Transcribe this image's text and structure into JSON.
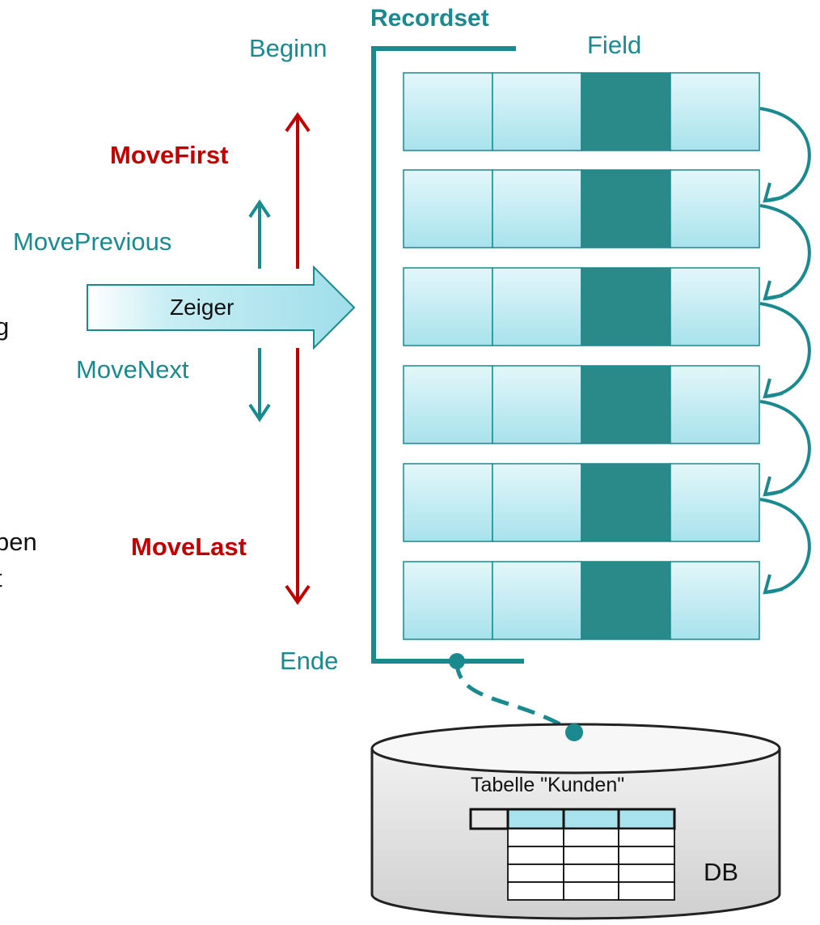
{
  "labels": {
    "recordset": "Recordset",
    "beginn": "Beginn",
    "field": "Field",
    "move_first": "MoveFirst",
    "move_previous": "MovePrevious",
    "pointer": "Zeiger",
    "move_next": "MoveNext",
    "move_last": "MoveLast",
    "ende": "Ende",
    "table": "Tabelle \"Kunden\"",
    "db": "DB"
  },
  "edge_text": [
    "g",
    "ben",
    "t"
  ],
  "records": {
    "count": 6,
    "fields_per_record": 4,
    "highlighted_field": 3
  },
  "colors": {
    "teal": "#1a8a8f",
    "dark_teal": "#2a8a8a",
    "red": "#c00000",
    "cell_light": "#e3f7fa",
    "cell_dark": "#a8e2ec",
    "db_fill": "#d6d6d6"
  }
}
